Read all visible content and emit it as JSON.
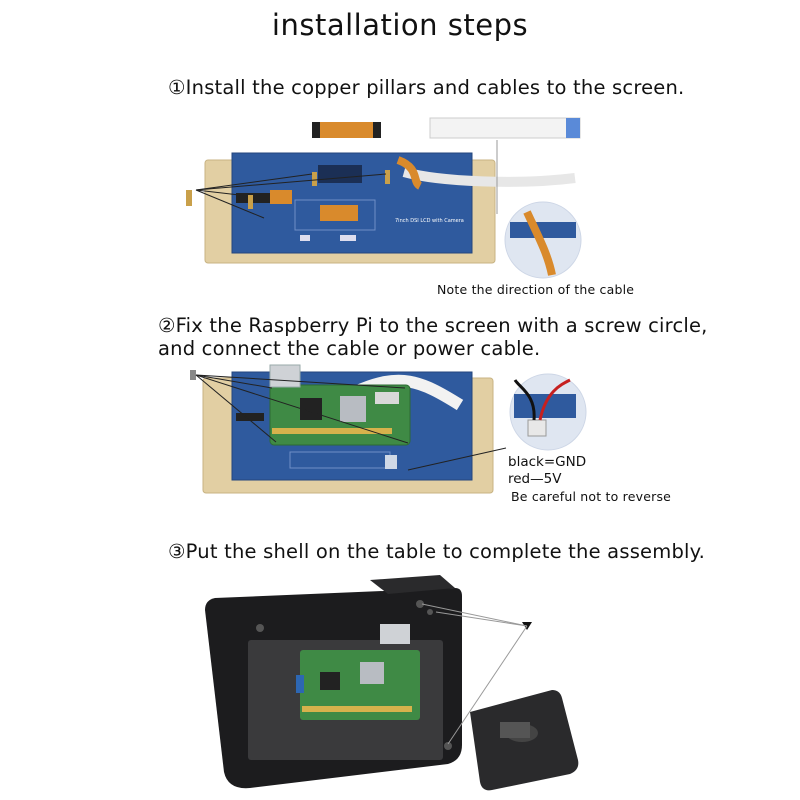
{
  "page": {
    "title": "installation steps",
    "steps": [
      {
        "text": "①Install the copper pillars and cables to the screen."
      },
      {
        "line1": "②Fix the Raspberry Pi to the screen with a screw circle,",
        "line2": "and connect the cable or power cable."
      },
      {
        "text": "③Put the shell on the table to complete the assembly."
      }
    ],
    "cable_note": "Note the direction of the cable",
    "wiring": {
      "black": "black=GND",
      "red": "red—5V",
      "warning": "Be careful not to reverse"
    }
  },
  "colors": {
    "pcb_blue": "#2f5a9e",
    "pcb_frame": "#e2cfa3",
    "cable_orange": "#d98a2c",
    "rpi_green": "#3f8a45",
    "case_black": "#1c1c1e"
  },
  "icons": [
    "copper-pillar-icon",
    "screw-icon",
    "fpc-cable-icon",
    "raspberry-pi-board-icon"
  ]
}
